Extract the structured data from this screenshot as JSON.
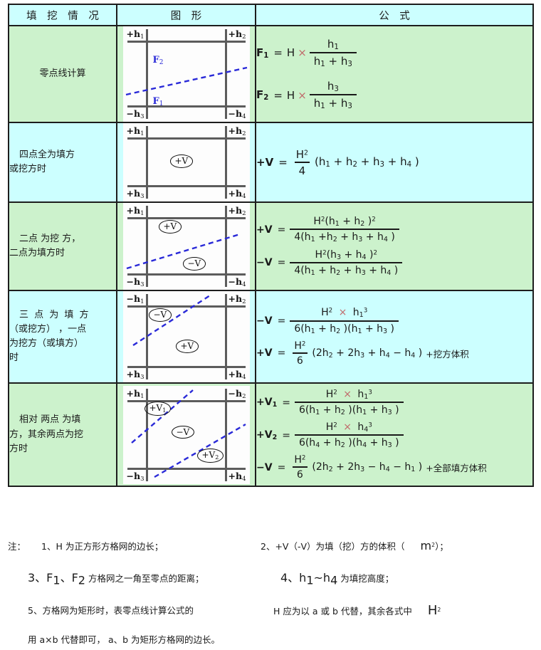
{
  "table": {
    "headers": [
      "填 挖 情 况",
      "图    形",
      "公    式"
    ],
    "rows": [
      {
        "tone": "green",
        "case_label": "零点线计算",
        "case_align": "center",
        "figure": {
          "corners": {
            "tl": "+h1",
            "tr": "+h2",
            "bl": "−h3",
            "br": "−h4"
          },
          "tags": [
            {
              "text": "F2",
              "pos": "upper-left"
            },
            {
              "text": "F1",
              "pos": "lower-left"
            }
          ],
          "bubbles": [],
          "lines": 1
        },
        "formulas": [
          {
            "lhs": "F1",
            "num": "h1",
            "den": "h1 + h3",
            "lead": "H",
            "op": "×"
          },
          {
            "lhs": "F2",
            "num": "h3",
            "den": "h1 + h3",
            "lead": "H",
            "op": "×"
          }
        ]
      },
      {
        "tone": "cyan",
        "case_label": "四点全为填方或挖方时",
        "case_align": "left",
        "figure": {
          "corners": {
            "tl": "+h1",
            "tr": "+h2",
            "bl": "+h3",
            "br": "+h4"
          },
          "tags": [],
          "bubbles": [
            {
              "text": "+V",
              "pos": "center"
            }
          ],
          "lines": 0
        },
        "formulas": [
          {
            "lhs": "+V",
            "num": "H²",
            "den": "4",
            "tail": "(h1 + h2 + h3 + h4 )"
          }
        ]
      },
      {
        "tone": "green",
        "case_label": "二点 为挖 方，二点为填方时",
        "case_align": "left",
        "figure": {
          "corners": {
            "tl": "+h1",
            "tr": "+h2",
            "bl": "−h3",
            "br": "−h4"
          },
          "tags": [],
          "bubbles": [
            {
              "text": "+V",
              "pos": "upper"
            },
            {
              "text": "−V",
              "pos": "lower"
            }
          ],
          "lines": 1
        },
        "formulas": [
          {
            "lhs": "+V",
            "num": "H²(h1 + h2 )²",
            "den": "4(h1 +h2 + h3 + h4 )"
          },
          {
            "lhs": "−V",
            "num": "H²(h3 + h4 )²",
            "den": "4(h1 + h2 + h3 + h4 )"
          }
        ]
      },
      {
        "tone": "cyan",
        "case_label": "三 点 为 填 方（或挖方） ，一点为挖方（或填方）时",
        "case_align": "left",
        "figure": {
          "corners": {
            "tl": "−h1",
            "tr": "+h2",
            "bl": "+h3",
            "br": "+h4"
          },
          "tags": [],
          "bubbles": [
            {
              "text": "−V",
              "pos": "upper-left"
            },
            {
              "text": "+V",
              "pos": "center"
            }
          ],
          "lines": 1
        },
        "formulas": [
          {
            "lhs": "−V",
            "num": "H² × h1³",
            "den": "6(h1 + h2 )(h1 + h3 )"
          },
          {
            "lhs": "+V",
            "num": "H²",
            "den": "6",
            "tail": "(2h2 + 2h3 + h4 − h4 )",
            "suffix": "+挖方体积"
          }
        ]
      },
      {
        "tone": "green",
        "case_label": "相对 两点 为填方，其余两点为挖方时",
        "case_align": "left",
        "figure": {
          "corners": {
            "tl": "+h1",
            "tr": "−h2",
            "bl": "−h3",
            "br": "+h4"
          },
          "tags": [],
          "bubbles": [
            {
              "text": "+V1",
              "pos": "upper-left"
            },
            {
              "text": "−V",
              "pos": "center"
            },
            {
              "text": "+V2",
              "pos": "lower-right"
            }
          ],
          "lines": 2
        },
        "formulas": [
          {
            "lhs": "+V1",
            "num": "H² × h1³",
            "den": "6(h1 + h2 )(h1 + h3 )"
          },
          {
            "lhs": "+V2",
            "num": "H² × h4³",
            "den": "6(h4 + h2 )(h4 + h3 )"
          },
          {
            "lhs": "−V",
            "num": "H²",
            "den": "6",
            "tail": "(2h2 + 2h3 − h4 − h1 )",
            "suffix": "+全部填方体积"
          }
        ]
      }
    ]
  },
  "notes": {
    "prefix": "注：",
    "n1": "1、H 为正方形方格网的边长；",
    "n2_a": "2、+V（-V）为填（挖）方的体积（",
    "n2_unit": "m",
    "n2_sup": "2",
    "n2_b": "）；",
    "n3_a": "3、F",
    "n3_s1": "1",
    "n3_b": "、F",
    "n3_s2": "2",
    "n3_c": " 方格网之一角至零点的距离；",
    "n4_a": "4、h",
    "n4_s1": "1",
    "n4_b": "~h",
    "n4_s2": "4",
    "n4_c": " 为填挖高度；",
    "n5_a": "5、方格网为矩形时，表零点线计算公式的",
    "n5_b": "H 应为以  a 或 b 代替，其余各式中",
    "n5_h": "H",
    "n5_sup": "2",
    "n5_c": "用 a×b 代替即可，   a、b 为矩形方格网的边长。"
  },
  "colors": {
    "header_bg": "#ccffff",
    "row_green": "#ccf2cc",
    "row_cyan": "#ccffff",
    "border": "#1d1d1d",
    "diagonal": "#2a2ad8",
    "grid_line": "#5c5c5c"
  }
}
